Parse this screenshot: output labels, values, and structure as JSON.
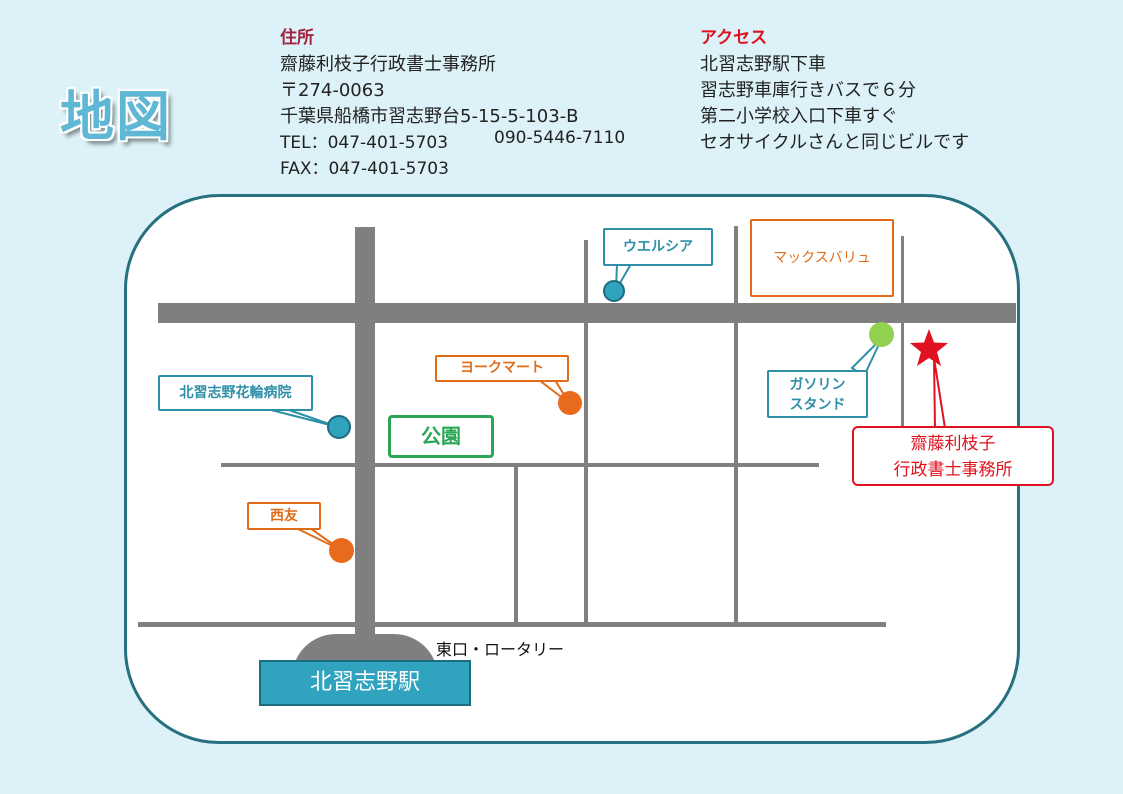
{
  "title": "地図",
  "address": {
    "heading": "住所",
    "name": "齋藤利枝子行政書士事務所",
    "postal": "〒274-0063",
    "street": "千葉県船橋市習志野台5-15-5-103-B",
    "tel": "TEL：047-401-5703",
    "mobile": "090-5446-7110",
    "fax": "FAX：047-401-5703"
  },
  "access": {
    "heading": "アクセス",
    "lines": [
      "北習志野駅下車",
      "習志野車庫行きバスで６分",
      "第二小学校入口下車すぐ",
      "セオサイクルさんと同じビルです"
    ]
  },
  "map": {
    "station": "北習志野駅",
    "rotary": "東口・ロータリー",
    "park": "公園",
    "office": [
      "齋藤利枝子",
      "行政書士事務所"
    ],
    "landmarks": {
      "welcia": "ウエルシア",
      "maxvalu": "マックスバリュ",
      "yorkmart": "ヨークマート",
      "hospital": "北習志野花輪病院",
      "seiyu": "西友",
      "gas": [
        "ガソリン",
        "スタンド"
      ]
    },
    "colors": {
      "teal": "#2e8fa8",
      "orange": "#e06c1a",
      "green": "#2aa655",
      "lime": "#92d050",
      "red": "#e0121f",
      "road": "#7f7f7f"
    }
  }
}
